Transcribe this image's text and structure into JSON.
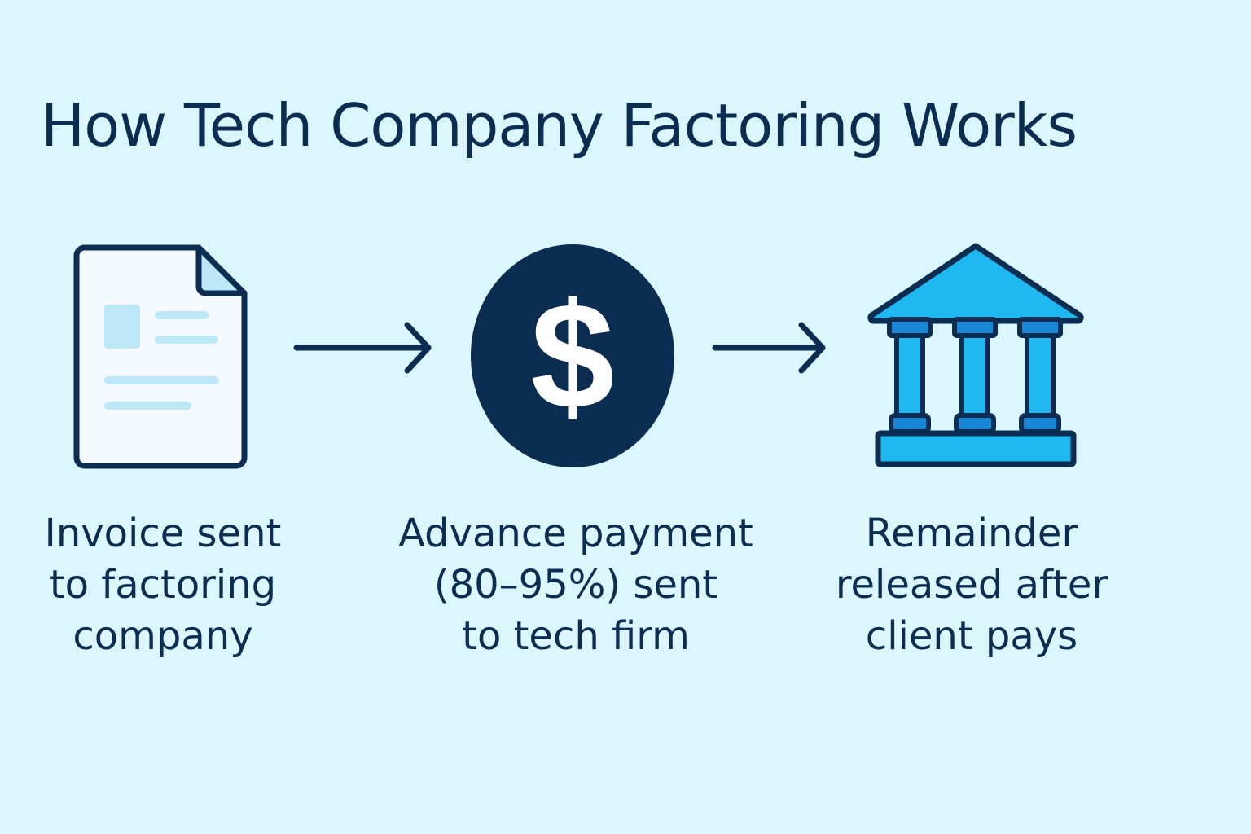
{
  "title": "How Tech Company Factoring Works",
  "colors": {
    "background": "#dcf6fd",
    "navy": "#0b2d52",
    "bright_blue": "#1fb8f0",
    "mid_blue": "#1a87d6",
    "pale_blue": "#bde8f8"
  },
  "steps": [
    {
      "icon": "invoice-document-icon",
      "lines": [
        "Invoice sent",
        "to factoring",
        "company"
      ]
    },
    {
      "icon": "dollar-coin-icon",
      "lines": [
        "Advance payment",
        "(80–95%) sent",
        "to tech firm"
      ]
    },
    {
      "icon": "bank-building-icon",
      "lines": [
        "Remainder",
        "released after",
        "client pays"
      ]
    }
  ],
  "dollar_symbol": "$"
}
